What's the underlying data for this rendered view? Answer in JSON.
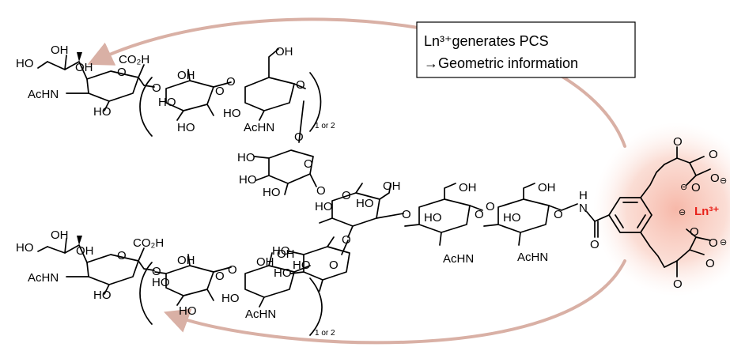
{
  "callout": {
    "line1": "Ln³⁺generates PCS",
    "line2": "→Geometric information"
  },
  "metal": {
    "label": "Ln³⁺"
  },
  "colors": {
    "glow": "#f6b4a4",
    "arrow": "#d9b0a5",
    "metal_text": "#e8211a"
  },
  "labels": {
    "ho": "HO",
    "oh": "OH",
    "co2h": "CO₂H",
    "achn": "AcHN",
    "acnh": "AcHN",
    "o": "O",
    "n": "N",
    "h": "H",
    "repeat": "1 or 2",
    "minus": "⊖"
  }
}
